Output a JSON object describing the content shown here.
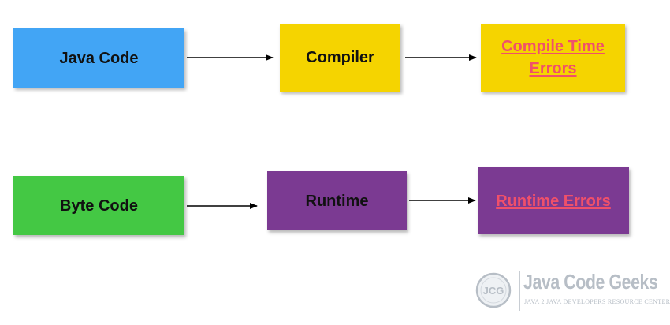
{
  "colors": {
    "blue": "#42a5f5",
    "yellow": "#f5d400",
    "green": "#44c844",
    "purple": "#7b3a92",
    "error_text": "#f0506a",
    "arrow": "#000000",
    "logo": "#b7bec6"
  },
  "nodes": {
    "java_code": {
      "label": "Java Code"
    },
    "compiler": {
      "label": "Compiler"
    },
    "compile_time_errors": {
      "line1": "Compile Time",
      "line2": "Errors"
    },
    "byte_code": {
      "label": "Byte Code"
    },
    "runtime": {
      "label": "Runtime"
    },
    "runtime_errors": {
      "label": "Runtime Errors"
    }
  },
  "edges": [
    {
      "from": "java_code",
      "to": "compiler"
    },
    {
      "from": "compiler",
      "to": "compile_time_errors"
    },
    {
      "from": "byte_code",
      "to": "runtime"
    },
    {
      "from": "runtime",
      "to": "runtime_errors"
    }
  ],
  "logo": {
    "mark": "JCG",
    "title": "Java Code Geeks",
    "subtitle": "JAVA 2 JAVA DEVELOPERS RESOURCE CENTER",
    "icon": "jcg-logo-icon"
  }
}
